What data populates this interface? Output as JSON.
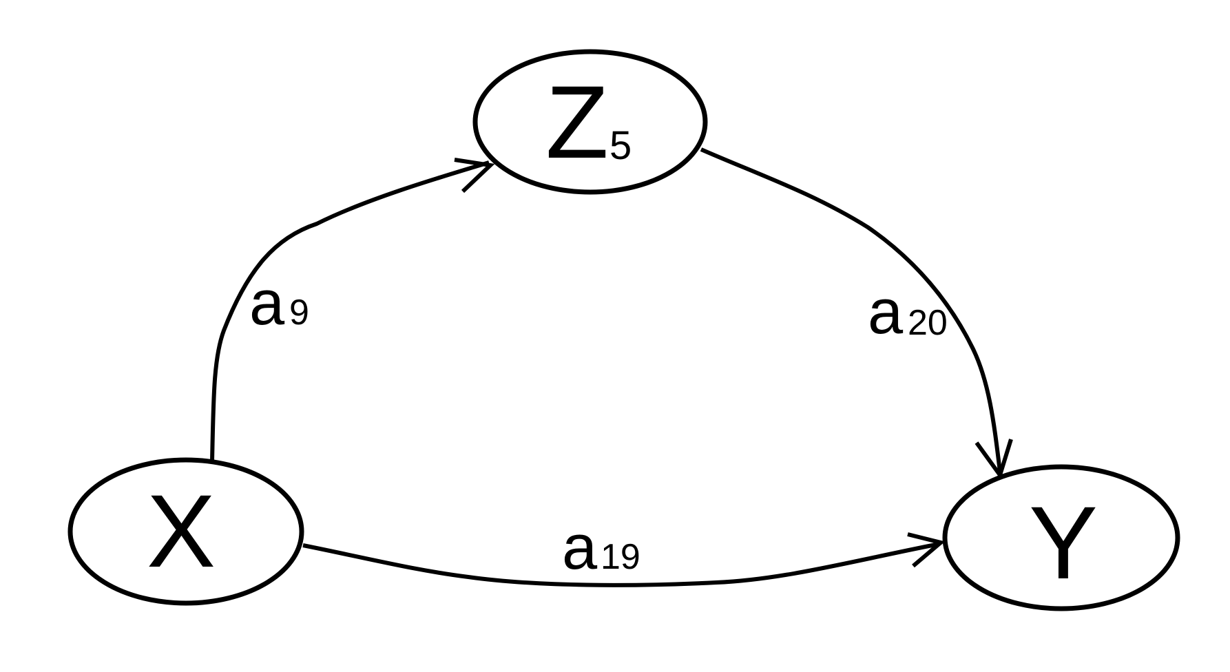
{
  "nodes": {
    "x": {
      "label": "X",
      "subscript": ""
    },
    "z": {
      "label": "Z",
      "subscript": "5"
    },
    "y": {
      "label": "Y",
      "subscript": ""
    }
  },
  "edges": {
    "x_to_z": {
      "symbol": "a",
      "subscript": "9"
    },
    "z_to_y": {
      "symbol": "a",
      "subscript": "20"
    },
    "x_to_y": {
      "symbol": "a",
      "subscript": "19"
    }
  },
  "colors": {
    "stroke": "#000000",
    "background": "#ffffff"
  }
}
